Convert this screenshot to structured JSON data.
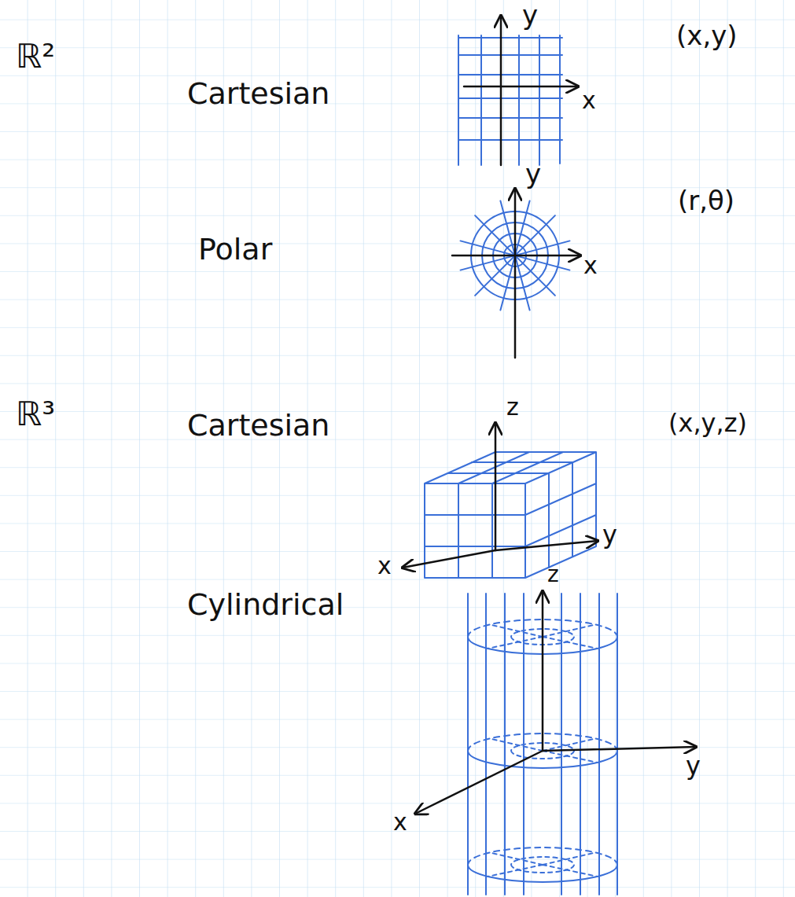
{
  "diagram": {
    "labels": [
      "ℝ²",
      "Cartesian",
      "y",
      "(x,y)",
      "x",
      "y",
      "(r,θ)",
      "Polar",
      "x",
      "ℝ³",
      "Cartesian",
      "z",
      "(x,y,z)",
      "y",
      "x",
      "Cylindrical",
      "z",
      "y",
      "x"
    ]
  }
}
